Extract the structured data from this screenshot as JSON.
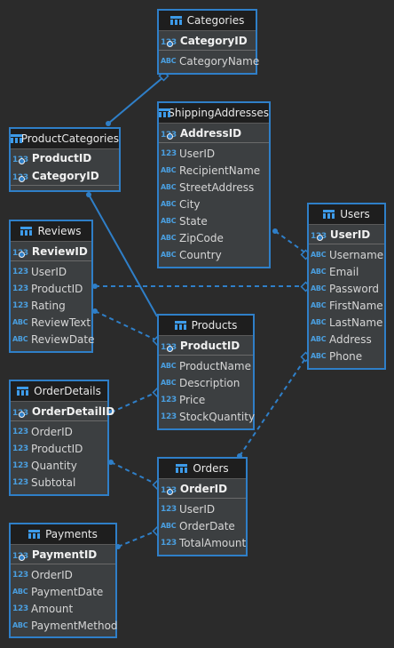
{
  "entities": {
    "categories": {
      "title": "Categories",
      "pk": [
        "CategoryID"
      ],
      "pk_types": [
        "123"
      ],
      "fields": [
        {
          "type": "ABC",
          "name": "CategoryName"
        }
      ]
    },
    "productcategories": {
      "title": "ProductCategories",
      "pk": [
        "ProductID",
        "CategoryID"
      ],
      "pk_types": [
        "123",
        "123"
      ],
      "fields": []
    },
    "shippingaddresses": {
      "title": "ShippingAddresses",
      "pk": [
        "AddressID"
      ],
      "pk_types": [
        "123"
      ],
      "fields": [
        {
          "type": "123",
          "name": "UserID"
        },
        {
          "type": "ABC",
          "name": "RecipientName"
        },
        {
          "type": "ABC",
          "name": "StreetAddress"
        },
        {
          "type": "ABC",
          "name": "City"
        },
        {
          "type": "ABC",
          "name": "State"
        },
        {
          "type": "ABC",
          "name": "ZipCode"
        },
        {
          "type": "ABC",
          "name": "Country"
        }
      ]
    },
    "users": {
      "title": "Users",
      "pk": [
        "UserID"
      ],
      "pk_types": [
        "123"
      ],
      "fields": [
        {
          "type": "ABC",
          "name": "Username"
        },
        {
          "type": "ABC",
          "name": "Email"
        },
        {
          "type": "ABC",
          "name": "Password"
        },
        {
          "type": "ABC",
          "name": "FirstName"
        },
        {
          "type": "ABC",
          "name": "LastName"
        },
        {
          "type": "ABC",
          "name": "Address"
        },
        {
          "type": "ABC",
          "name": "Phone"
        }
      ]
    },
    "reviews": {
      "title": "Reviews",
      "pk": [
        "ReviewID"
      ],
      "pk_types": [
        "123"
      ],
      "fields": [
        {
          "type": "123",
          "name": "UserID"
        },
        {
          "type": "123",
          "name": "ProductID"
        },
        {
          "type": "123",
          "name": "Rating"
        },
        {
          "type": "ABC",
          "name": "ReviewText"
        },
        {
          "type": "ABC",
          "name": "ReviewDate"
        }
      ]
    },
    "products": {
      "title": "Products",
      "pk": [
        "ProductID"
      ],
      "pk_types": [
        "123"
      ],
      "fields": [
        {
          "type": "ABC",
          "name": "ProductName"
        },
        {
          "type": "ABC",
          "name": "Description"
        },
        {
          "type": "123",
          "name": "Price"
        },
        {
          "type": "123",
          "name": "StockQuantity"
        }
      ]
    },
    "orderdetails": {
      "title": "OrderDetails",
      "pk": [
        "OrderDetailID"
      ],
      "pk_types": [
        "123"
      ],
      "fields": [
        {
          "type": "123",
          "name": "OrderID"
        },
        {
          "type": "123",
          "name": "ProductID"
        },
        {
          "type": "123",
          "name": "Quantity"
        },
        {
          "type": "123",
          "name": "Subtotal"
        }
      ]
    },
    "orders": {
      "title": "Orders",
      "pk": [
        "OrderID"
      ],
      "pk_types": [
        "123"
      ],
      "fields": [
        {
          "type": "123",
          "name": "UserID"
        },
        {
          "type": "ABC",
          "name": "OrderDate"
        },
        {
          "type": "123",
          "name": "TotalAmount"
        }
      ]
    },
    "payments": {
      "title": "Payments",
      "pk": [
        "PaymentID"
      ],
      "pk_types": [
        "123"
      ],
      "fields": [
        {
          "type": "123",
          "name": "OrderID"
        },
        {
          "type": "ABC",
          "name": "PaymentDate"
        },
        {
          "type": "123",
          "name": "Amount"
        },
        {
          "type": "ABC",
          "name": "PaymentMethod"
        }
      ]
    }
  },
  "colors": {
    "background": "#2b2b2b",
    "entity_border": "#2f7fc8",
    "link": "#2f7fc8",
    "type_icon": "#4a9fe0"
  }
}
